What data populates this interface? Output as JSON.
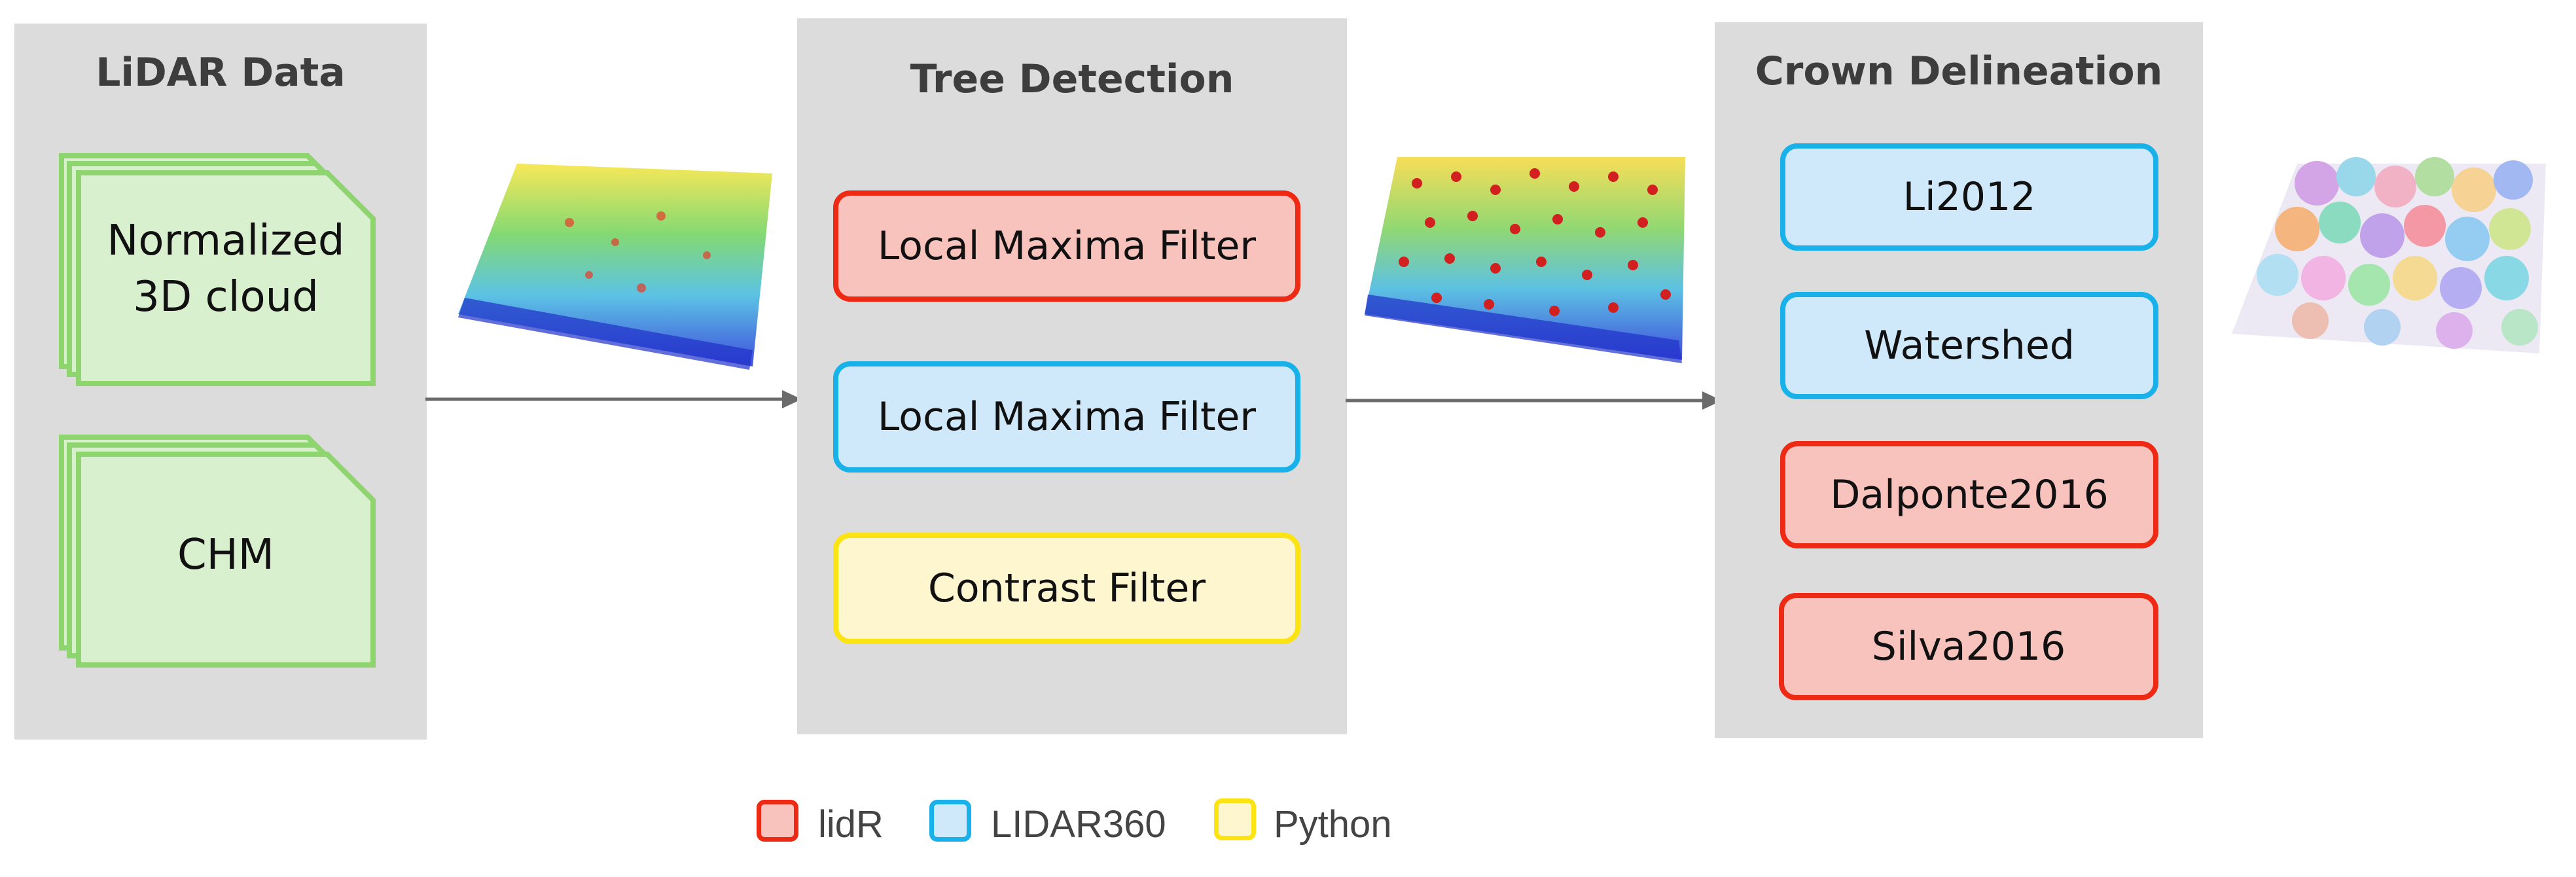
{
  "panels": {
    "lidar": {
      "title": "LiDAR Data",
      "items": [
        "Normalized\n3D cloud",
        "CHM"
      ]
    },
    "detection": {
      "title": "Tree Detection",
      "items": [
        "Local Maxima Filter",
        "Local Maxima Filter",
        "Contrast Filter"
      ]
    },
    "crown": {
      "title": "Crown Delineation",
      "items": [
        "Li2012",
        "Watershed",
        "Dalponte2016",
        "Silva2016"
      ]
    }
  },
  "legend": {
    "lidr": "lidR",
    "lidar360": "LIDAR360",
    "python": "Python"
  },
  "colors": {
    "panel": "#dcdcdc",
    "doc_fill": "#d9f0cf",
    "doc_border": "#8ed46f",
    "lidr_fill": "#f8c3bd",
    "lidr_border": "#ee2a14",
    "lidar360_fill": "#cfe8fa",
    "lidar360_border": "#19b1ea",
    "python_fill": "#fef6cf",
    "python_border": "#fbe314",
    "arrow": "#6b6b6b"
  }
}
